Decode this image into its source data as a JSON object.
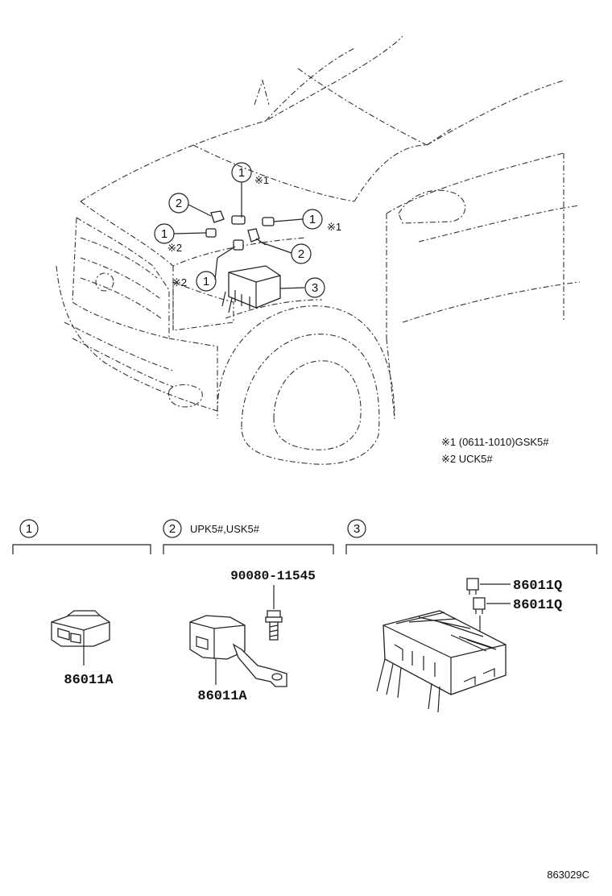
{
  "notes": {
    "note1": "※1 (0611-1010)GSK5#",
    "note2": "※2 UCK5#",
    "mark1": "※1",
    "mark2": "※2"
  },
  "callouts": {
    "c1": "1",
    "c2": "2",
    "c3": "3"
  },
  "sections": {
    "s1": {
      "number": "1"
    },
    "s2": {
      "number": "2",
      "variant": "UPK5#,USK5#"
    },
    "s3": {
      "number": "3"
    }
  },
  "parts": {
    "s1_part": "86011A",
    "s2_bolt": "90080-11545",
    "s2_part": "86011A",
    "s3_fuse_a": "86011Q",
    "s3_fuse_b": "86011Q"
  },
  "footer": {
    "code": "863029C"
  }
}
